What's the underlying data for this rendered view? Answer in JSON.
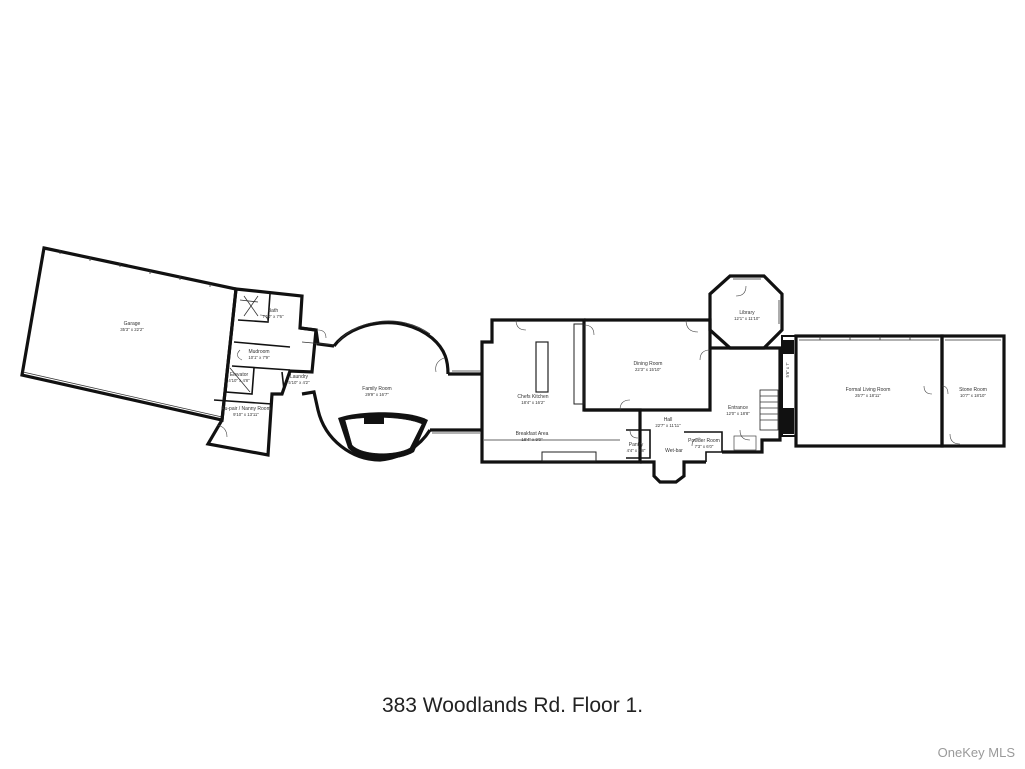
{
  "caption": "383 Woodlands Rd. Floor 1.",
  "watermark": "OneKey MLS",
  "rooms": {
    "garage": {
      "name": "Garage",
      "dims": "35'3\" x 22'2\""
    },
    "bath": {
      "name": "Bath",
      "dims": "7'10\" x 7'6\""
    },
    "mudroom": {
      "name": "Mudroom",
      "dims": "10'1\" x 7'9\""
    },
    "elevator": {
      "name": "Elevator",
      "dims": "4'10\" x 4'8\""
    },
    "laundry": {
      "name": "Laundry",
      "dims": "5'10\" x 4'2\""
    },
    "aupair": {
      "name": "Au-pair / Nanny Room",
      "dims": "9'10\" x 13'11\""
    },
    "family": {
      "name": "Family Room",
      "dims": "29'9\" x 16'7\""
    },
    "kitchen": {
      "name": "Chefs Kitchen",
      "dims": "18'4\" x 16'2\""
    },
    "breakfast": {
      "name": "Breakfast Area",
      "dims": "18'4\" x 9'0\""
    },
    "dining": {
      "name": "Dining Room",
      "dims": "22'3\" x 15'10\""
    },
    "hall": {
      "name": "Hall",
      "dims": "22'7\" x 11'11\""
    },
    "pantry": {
      "name": "Pantry",
      "dims": "4'4\" x 4'8\""
    },
    "wetbar": {
      "name": "Wet-bar",
      "dims": ""
    },
    "powder": {
      "name": "Powder Room",
      "dims": "7'3\" x 6'0\""
    },
    "entrance": {
      "name": "Entrance",
      "dims": "12'0\" x 18'8\""
    },
    "library": {
      "name": "Library",
      "dims": "12'1\" x 11'10\""
    },
    "living": {
      "name": "Formal Living Room",
      "dims": "25'7\" x 18'11\""
    },
    "stone": {
      "name": "Stone Room",
      "dims": "10'7\" x 18'10\""
    }
  }
}
